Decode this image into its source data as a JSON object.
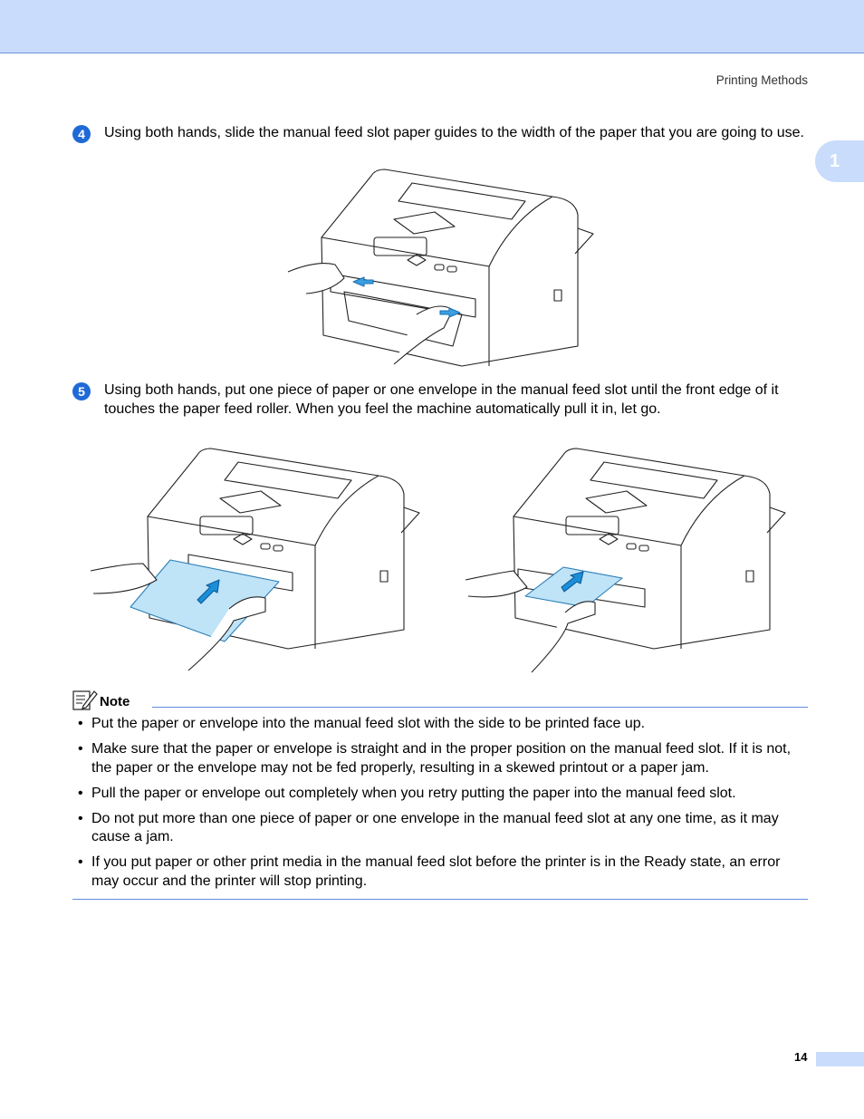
{
  "header": {
    "section_title": "Printing Methods",
    "chapter_number": "1"
  },
  "steps": [
    {
      "number": "4",
      "text": "Using both hands, slide the manual feed slot paper guides to the width of the paper that you are going to use."
    },
    {
      "number": "5",
      "text": "Using both hands, put one piece of paper or one envelope in the manual feed slot until the front edge of it touches the paper feed roller. When you feel the machine automatically pull it in, let go."
    }
  ],
  "note": {
    "label": "Note",
    "items": [
      "Put the paper or envelope into the manual feed slot with the side to be printed face up.",
      "Make sure that the paper or envelope is straight and in the proper position on the manual feed slot. If it is not, the paper or the envelope may not be fed properly, resulting in a skewed printout or a paper jam.",
      "Pull the paper or envelope out completely when you retry putting the paper into the manual feed slot.",
      "Do not put more than one piece of paper or one envelope in the manual feed slot at any one time, as it may cause a jam.",
      "If you put paper or other print media in the manual feed slot before the printer is in the Ready state, an error may occur and the printer will stop printing."
    ]
  },
  "footer": {
    "page_number": "14"
  },
  "colors": {
    "accent": "#1f6ad6",
    "band": "#c9dcfc",
    "rule": "#5f8de0",
    "paper": "#bfe3f7",
    "arrow": "#1a8fd8"
  }
}
